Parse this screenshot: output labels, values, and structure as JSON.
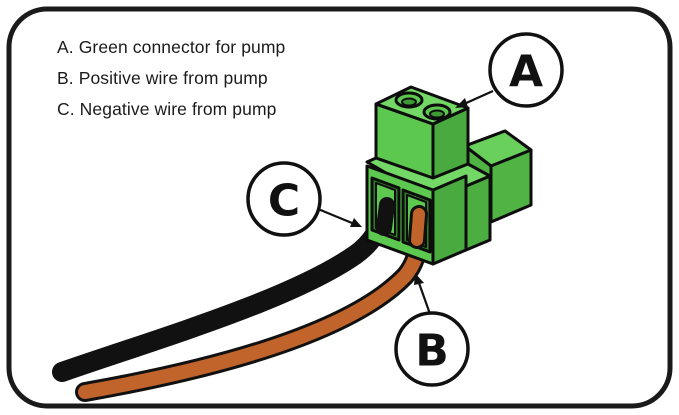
{
  "legend": {
    "items": [
      "A. Green connector for pump",
      "B. Positive wire from pump",
      "C. Negative wire from pump"
    ]
  },
  "callouts": {
    "a": "A",
    "b": "B",
    "c": "C"
  },
  "colors": {
    "connector_green": "#5cc84f",
    "connector_green_dark": "#3e9a34",
    "negative_wire": "#111111",
    "positive_wire": "#c0642b",
    "frame": "#1a1a1a"
  }
}
